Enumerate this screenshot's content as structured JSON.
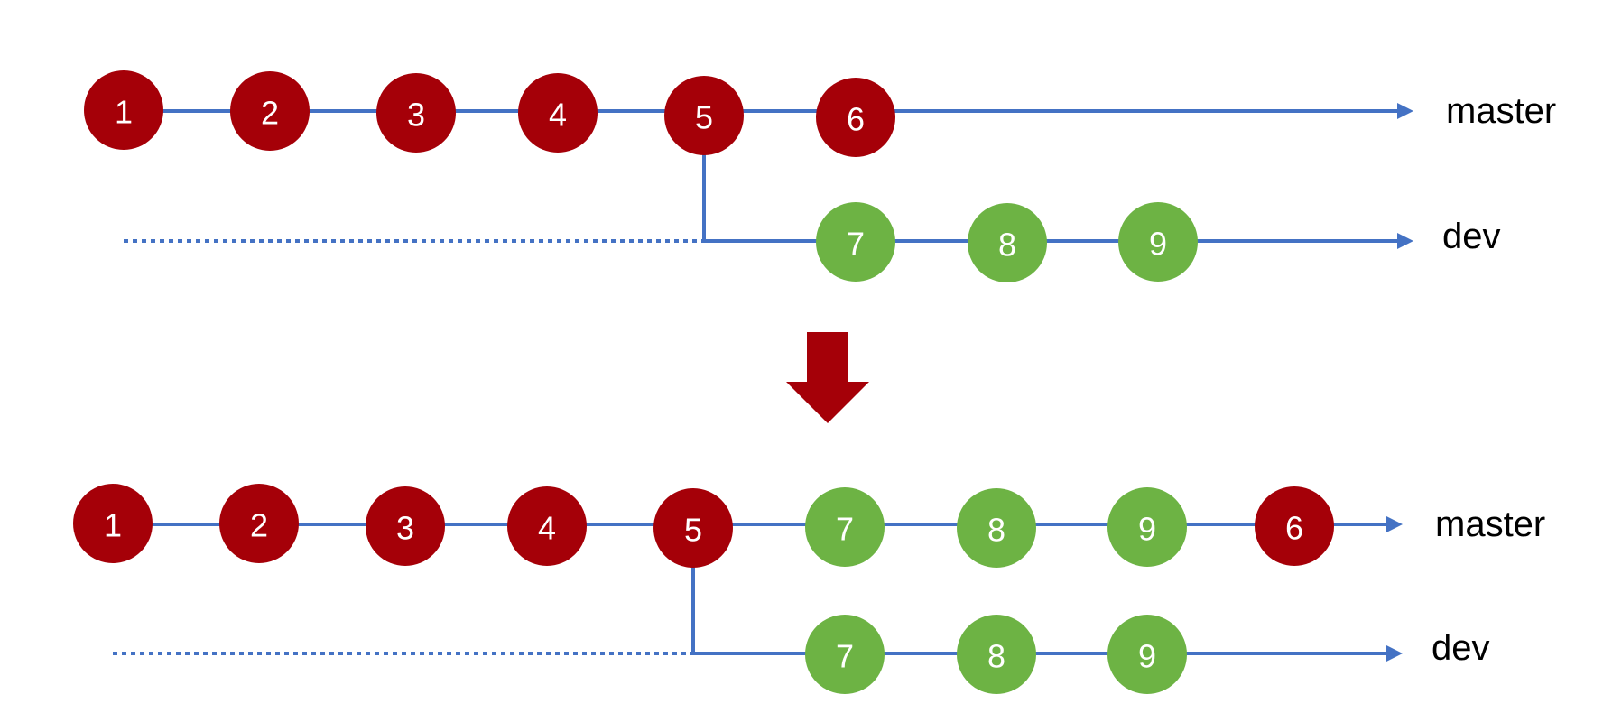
{
  "colors": {
    "line": "#4472c4",
    "master_node": "#a50008",
    "dev_node": "#6db344",
    "down_arrow": "#a50008"
  },
  "top": {
    "master_label": "master",
    "dev_label": "dev",
    "master_nodes": [
      {
        "label": "1",
        "kind": "master"
      },
      {
        "label": "2",
        "kind": "master"
      },
      {
        "label": "3",
        "kind": "master"
      },
      {
        "label": "4",
        "kind": "master"
      },
      {
        "label": "5",
        "kind": "master"
      },
      {
        "label": "6",
        "kind": "master"
      }
    ],
    "dev_nodes": [
      {
        "label": "7",
        "kind": "dev"
      },
      {
        "label": "8",
        "kind": "dev"
      },
      {
        "label": "9",
        "kind": "dev"
      }
    ]
  },
  "bottom": {
    "master_label": "master",
    "dev_label": "dev",
    "master_nodes": [
      {
        "label": "1",
        "kind": "master"
      },
      {
        "label": "2",
        "kind": "master"
      },
      {
        "label": "3",
        "kind": "master"
      },
      {
        "label": "4",
        "kind": "master"
      },
      {
        "label": "5",
        "kind": "master"
      },
      {
        "label": "7",
        "kind": "dev"
      },
      {
        "label": "8",
        "kind": "dev"
      },
      {
        "label": "9",
        "kind": "dev"
      },
      {
        "label": "6",
        "kind": "master"
      }
    ],
    "dev_nodes": [
      {
        "label": "7",
        "kind": "dev"
      },
      {
        "label": "8",
        "kind": "dev"
      },
      {
        "label": "9",
        "kind": "dev"
      }
    ]
  }
}
